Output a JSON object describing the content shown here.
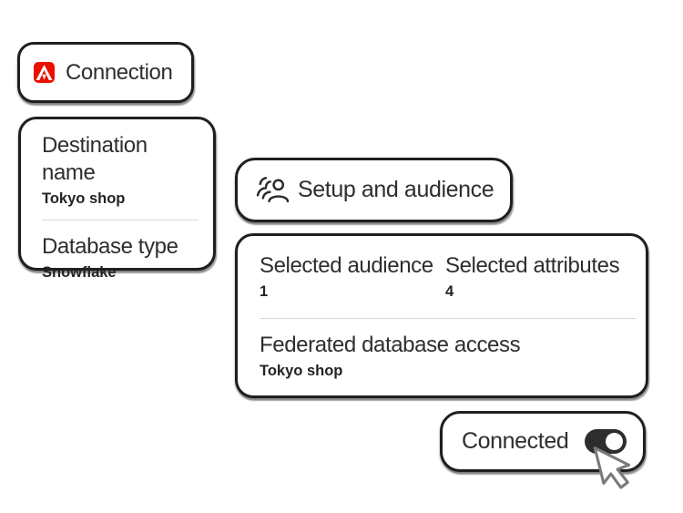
{
  "colors": {
    "adobe_red": "#EB1000",
    "ink": "#2E2E2E",
    "card_border": "#1F1F1F",
    "divider": "#D7D7D7",
    "toggle_on_bg": "#2D2D2D"
  },
  "connection_card": {
    "title": "Connection",
    "icon": "adobe-logo-icon"
  },
  "destination_card": {
    "fields": [
      {
        "label": "Destination name",
        "value": "Tokyo shop"
      },
      {
        "label": "Database type",
        "value": "Snowflake"
      }
    ]
  },
  "setup_card": {
    "title": "Setup and audience",
    "icon": "audience-icon"
  },
  "stats_card": {
    "stats": [
      {
        "label": "Selected audience",
        "value": "1"
      },
      {
        "label": "Selected attributes",
        "value": "4"
      }
    ],
    "federated": {
      "label": "Federated database access",
      "value": "Tokyo shop"
    }
  },
  "status_card": {
    "label": "Connected",
    "toggle": {
      "state": "on"
    }
  }
}
